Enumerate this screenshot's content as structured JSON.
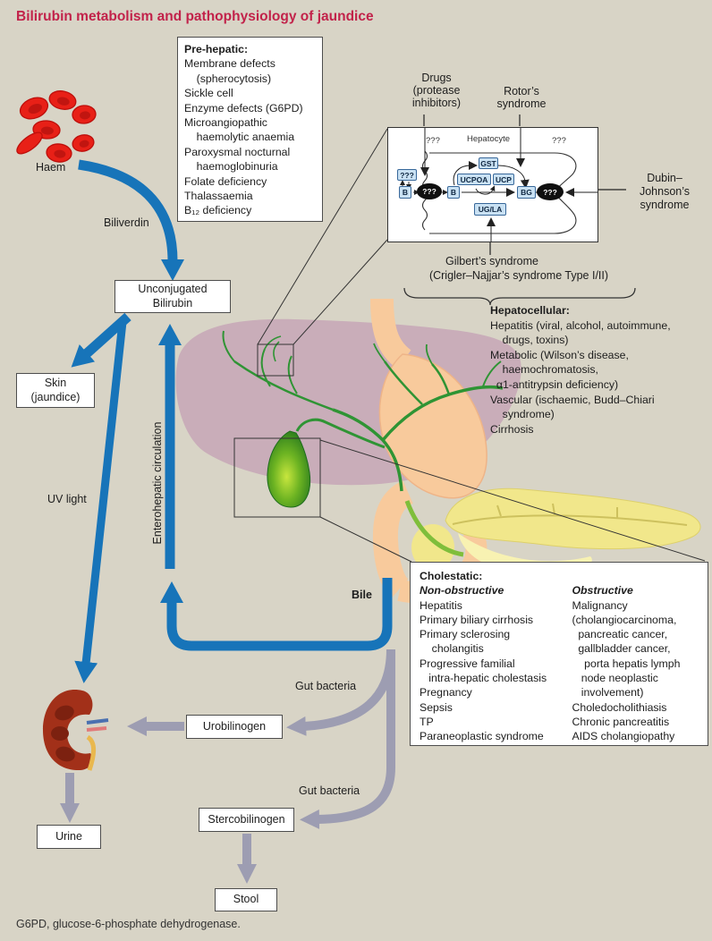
{
  "title": "Bilirubin metabolism and pathophysiology of jaundice",
  "footer": "G6PD, glucose-6-phosphate dehydrogenase.",
  "colors": {
    "title_red": "#c2224a",
    "flow_blue": "#1774b9",
    "flow_grey": "#9d9db2",
    "background": "#d8d4c6"
  },
  "labels": {
    "haem": "Haem",
    "biliverdin": "Biliverdin",
    "uv_light": "UV light",
    "enterohepatic": "Enterohepatic circulation",
    "bile": "Bile",
    "gut_bacteria_1": "Gut bacteria",
    "gut_bacteria_2": "Gut bacteria"
  },
  "boxes": {
    "unconjugated": [
      "Unconjugated",
      "Bilirubin"
    ],
    "skin": [
      "Skin",
      "(jaundice)"
    ],
    "urobilinogen": "Urobilinogen",
    "stercobilinogen": "Stercobilinogen",
    "urine": "Urine",
    "stool": "Stool"
  },
  "prehepatic": {
    "title": "Pre-hepatic:",
    "lines": [
      "Membrane defects",
      "    (spherocytosis)",
      "Sickle cell",
      "Enzyme defects (G6PD)",
      "Microangiopathic",
      "    haemolytic anaemia",
      "Paroxysmal nocturnal",
      "    haemoglobinuria",
      "Folate deficiency",
      "Thalassaemia",
      "B₁₂ deficiency"
    ]
  },
  "hepatocellular": {
    "title": "Hepatocellular:",
    "lines": [
      "Hepatitis (viral, alcohol, autoimmune,",
      "    drugs, toxins)",
      "Metabolic (Wilson’s disease,",
      "    haemochromatosis,",
      "  α1-antitrypsin deficiency)",
      "Vascular (ischaemic, Budd–Chiari",
      "    syndrome)",
      "Cirrhosis"
    ]
  },
  "cholestatic": {
    "title": "Cholestatic:",
    "columns": [
      {
        "header": "Non-obstructive",
        "lines": [
          "Hepatitis",
          "Primary biliary cirrhosis",
          "Primary sclerosing",
          "    cholangitis",
          "Progressive familial",
          "   intra-hepatic cholestasis",
          "Pregnancy",
          "Sepsis",
          "TP",
          "Paraneoplastic syndrome"
        ]
      },
      {
        "header": "Obstructive",
        "lines": [
          "Malignancy",
          "(cholangiocarcinoma,",
          "  pancreatic cancer,",
          "  gallbladder cancer,",
          "    porta hepatis lymph",
          "   node neoplastic",
          "   involvement)",
          "Choledocholithiasis",
          "Chronic pancreatitis",
          "AIDS cholangiopathy"
        ]
      }
    ]
  },
  "inset": {
    "hepatocyte": "Hepatocyte",
    "q_left": "???",
    "q_right": "???",
    "chip_q": "???",
    "chip_b1": "B",
    "chip_b2": "B",
    "gst": "GST",
    "ucpoa": "UCPOA",
    "ucp": "UCP",
    "bg": "BG",
    "ug_la": "UG/LA",
    "oval1": "???",
    "oval2": "???",
    "drugs": [
      "Drugs",
      "(protease",
      "inhibitors)"
    ],
    "rotors": [
      "Rotor’s",
      "syndrome"
    ],
    "dubin": [
      "Dubin–",
      "Johnson’s",
      "syndrome"
    ],
    "gilbert": "Gilbert’s syndrome",
    "crigler": "(Crigler–Najjar’s syndrome Type I/II)"
  }
}
